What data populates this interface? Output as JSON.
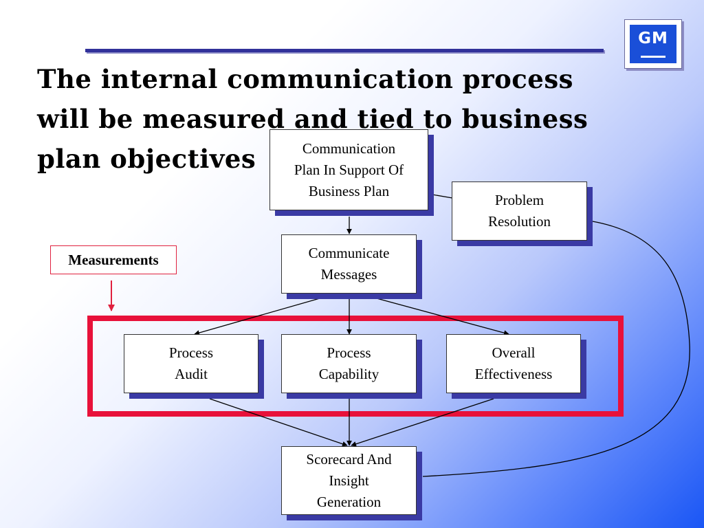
{
  "slide": {
    "title_lines": [
      "The internal communication process",
      "will be measured and tied to business",
      "plan objectives"
    ],
    "logo_text": "GM"
  },
  "diagram": {
    "nodes": {
      "comm_plan": "Communication\nPlan In Support Of\nBusiness Plan",
      "problem_resolution": "Problem\nResolution",
      "communicate_messages": "Communicate\nMessages",
      "process_audit": "Process\nAudit",
      "process_capability": "Process\nCapability",
      "overall_effectiveness": "Overall\nEffectiveness",
      "scorecard": "Scorecard And\nInsight\nGeneration"
    },
    "measurements_label": "Measurements",
    "colors": {
      "box_shadow": "#3a3aa4",
      "measurement_frame": "#e8113a",
      "title_rule": "#31319a",
      "logo_blue": "#1a4fd8"
    }
  }
}
